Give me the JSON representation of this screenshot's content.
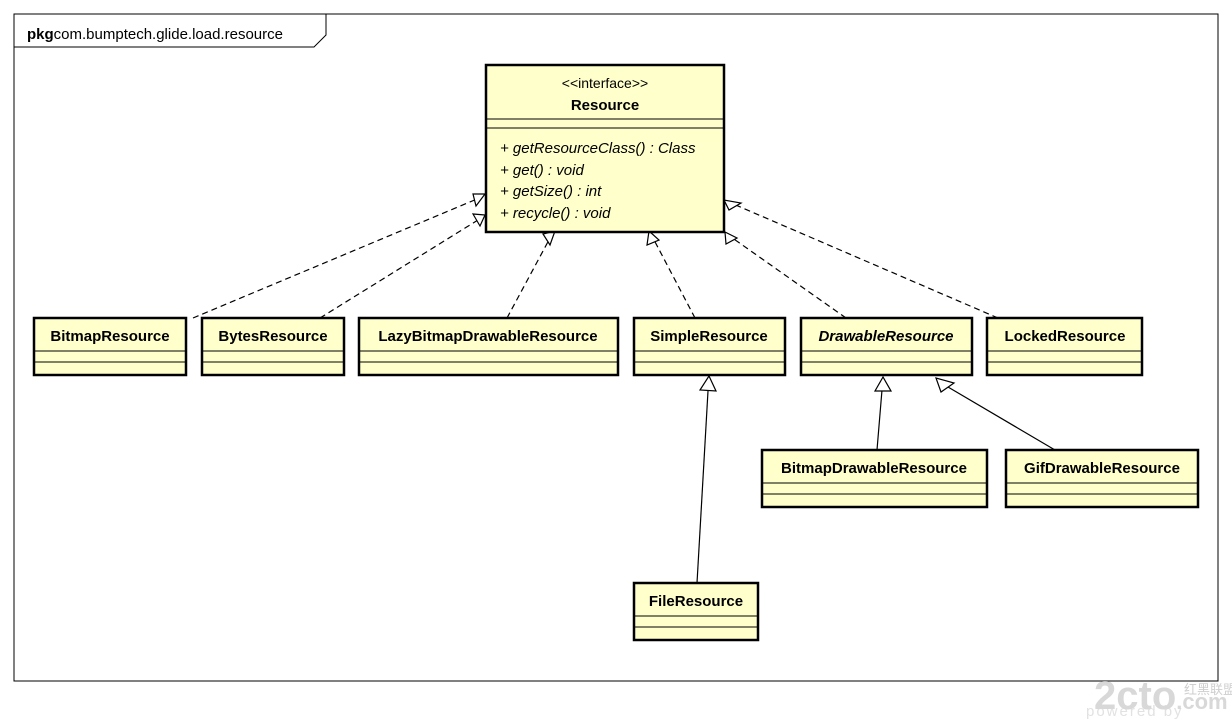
{
  "package": {
    "keyword": "pkg",
    "name": "com.bumptech.glide.load.resource"
  },
  "interface": {
    "stereotype": "<<interface>>",
    "name": "Resource",
    "operations": [
      "+ getResourceClass() : Class",
      "+ get() : void",
      "+ getSize() : int",
      "+ recycle() : void"
    ]
  },
  "classes": [
    {
      "id": "bitmap",
      "name": "BitmapResource",
      "abstract": false
    },
    {
      "id": "bytes",
      "name": "BytesResource",
      "abstract": false
    },
    {
      "id": "lazy",
      "name": "LazyBitmapDrawableResource",
      "abstract": false
    },
    {
      "id": "simple",
      "name": "SimpleResource",
      "abstract": false
    },
    {
      "id": "drawable",
      "name": "DrawableResource",
      "abstract": true
    },
    {
      "id": "locked",
      "name": "LockedResource",
      "abstract": false
    },
    {
      "id": "bitmapdrawable",
      "name": "BitmapDrawableResource",
      "abstract": false
    },
    {
      "id": "gifdrawable",
      "name": "GifDrawableResource",
      "abstract": false
    },
    {
      "id": "file",
      "name": "FileResource",
      "abstract": false
    }
  ],
  "relations": [
    {
      "from": "bitmap",
      "to": "interface",
      "kind": "realization"
    },
    {
      "from": "bytes",
      "to": "interface",
      "kind": "realization"
    },
    {
      "from": "lazy",
      "to": "interface",
      "kind": "realization"
    },
    {
      "from": "simple",
      "to": "interface",
      "kind": "realization"
    },
    {
      "from": "drawable",
      "to": "interface",
      "kind": "realization"
    },
    {
      "from": "locked",
      "to": "interface",
      "kind": "realization"
    },
    {
      "from": "bitmapdrawable",
      "to": "drawable",
      "kind": "generalization"
    },
    {
      "from": "gifdrawable",
      "to": "drawable",
      "kind": "generalization"
    },
    {
      "from": "file",
      "to": "simple",
      "kind": "generalization"
    }
  ],
  "watermark": {
    "logo": "2cto",
    "domain": ".com",
    "cn_text": "红黑联盟",
    "small_text": "powered by"
  }
}
